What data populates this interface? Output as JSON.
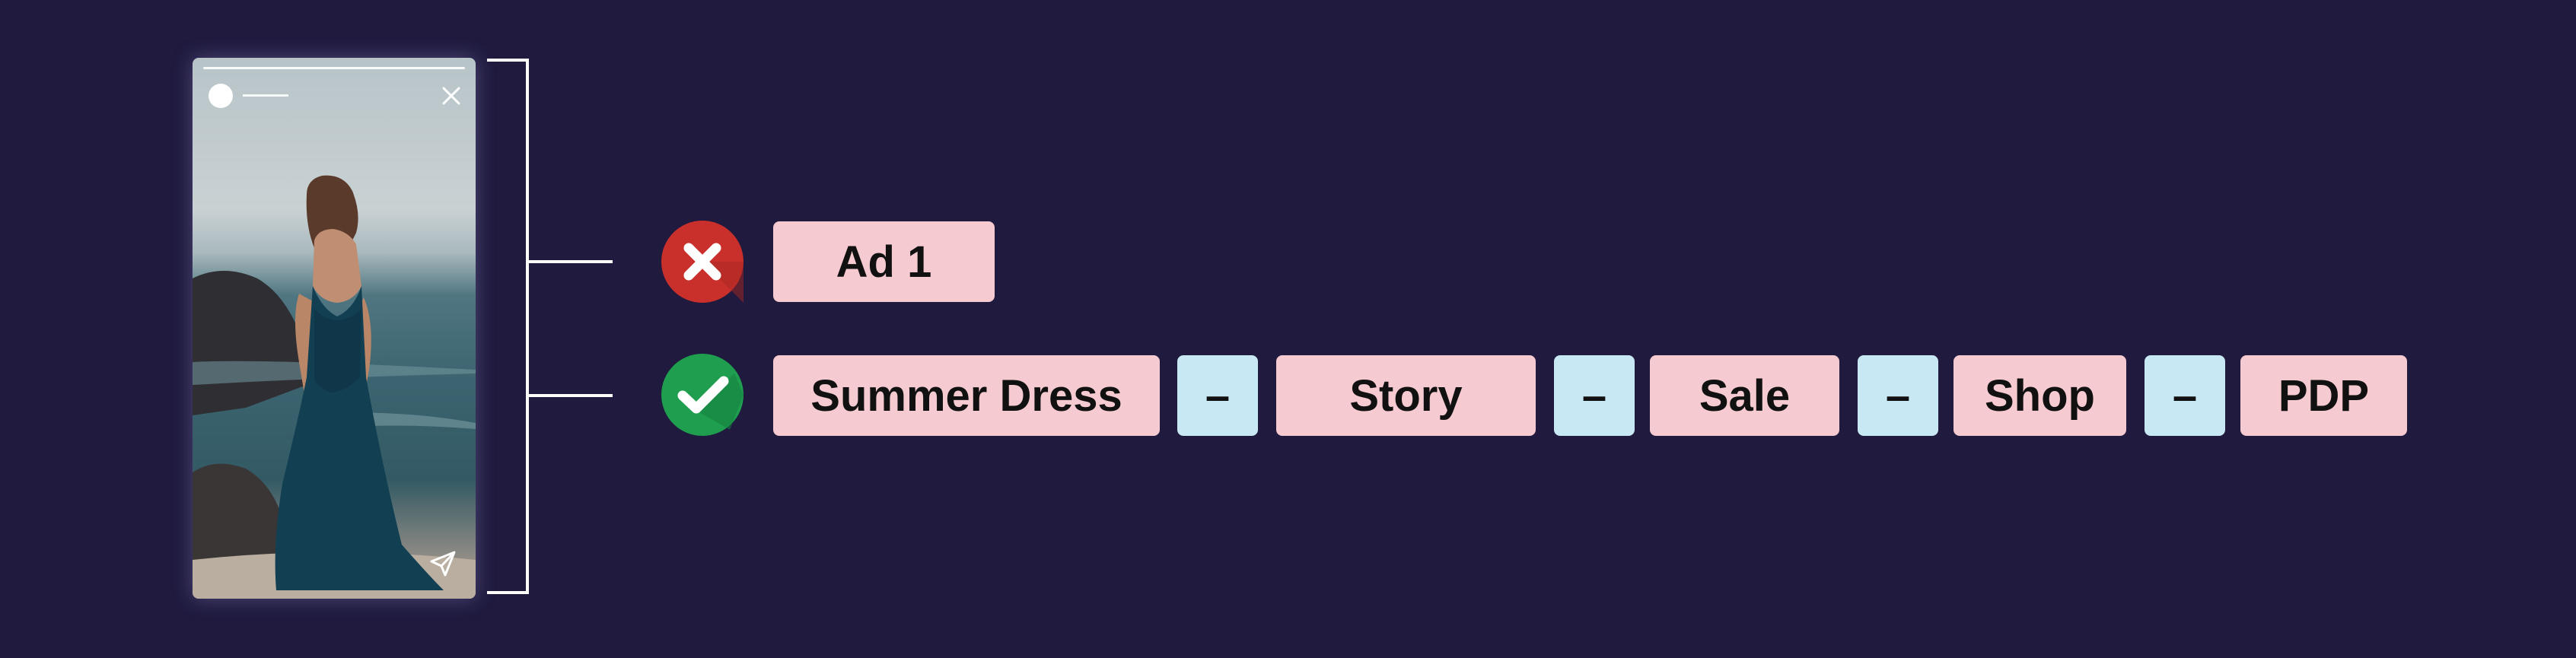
{
  "story": {
    "close_icon": "close-icon",
    "share_icon": "send-icon"
  },
  "rows": {
    "incorrect": {
      "status_icon": "x-circle-icon",
      "status_color": "#c9302c",
      "segments": [
        "Ad 1"
      ]
    },
    "correct": {
      "status_icon": "check-circle-icon",
      "status_color": "#1e9e4e",
      "segments": [
        "Summer Dress",
        "–",
        "Story",
        "–",
        "Sale",
        "–",
        "Shop",
        "–",
        "PDP"
      ]
    }
  },
  "colors": {
    "background": "#1f1a3e",
    "segment": "#f5cad0",
    "separator": "#c8e8f4"
  }
}
